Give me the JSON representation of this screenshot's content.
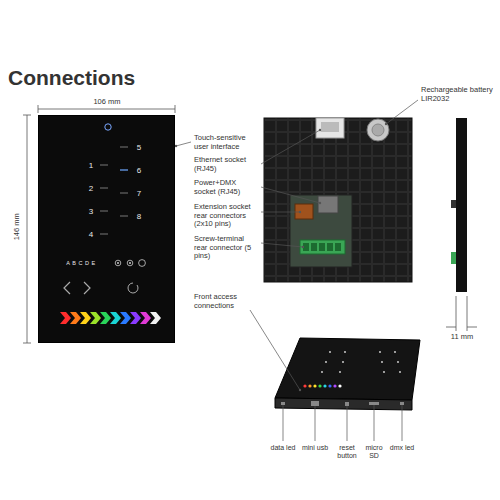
{
  "diagram": {
    "title": "Connections",
    "nodes": [
      {
        "text": [
          "1",
          "2",
          "3",
          "4",
          "5",
          "6",
          "7",
          "8",
          "A B C D E"
        ]
      }
    ],
    "labels": [
      "106 mm",
      "146 mm",
      "Touch-sensitive user interface",
      "Ethernet socket (RJ45)",
      "Power+DMX socket (RJ45)",
      "Extension socket rear connectors (2x10 pins)",
      "Screw-terminal rear connector (5 pins)",
      "Front access connections",
      "Rechargeable battery LIR2032",
      "11 mm",
      "data led",
      "mini usb",
      "reset button",
      "micro SD",
      "dmx led"
    ]
  }
}
